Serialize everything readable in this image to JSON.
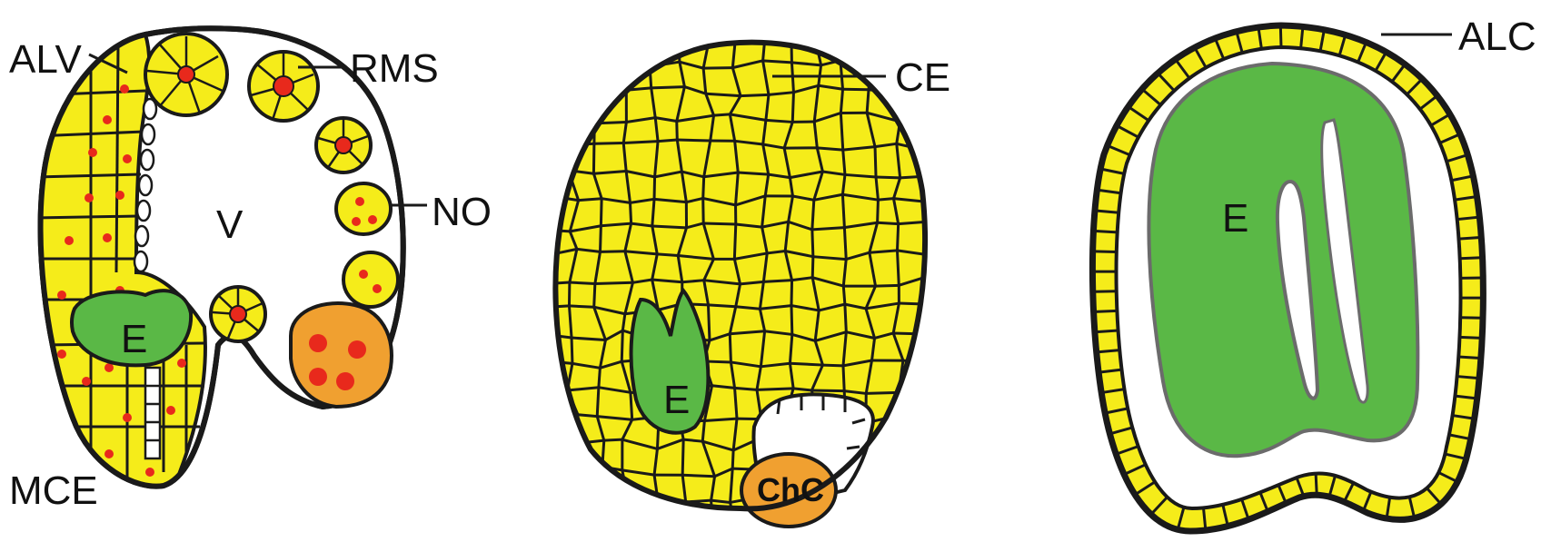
{
  "colors": {
    "cell_fill": "#f5ec1a",
    "cell_wall": "#1a1a1a",
    "embryo": "#5ab846",
    "embryo_outline": "#6b6b6b",
    "nucleus": "#e8291c",
    "orange": "#f0a030",
    "background": "#ffffff"
  },
  "panels": [
    {
      "labels": {
        "alv": "ALV",
        "rms": "RMS",
        "no": "NO",
        "v": "V",
        "e": "E",
        "mce": "MCE"
      }
    },
    {
      "labels": {
        "ce": "CE",
        "e": "E",
        "chc": "ChC"
      }
    },
    {
      "labels": {
        "alc": "ALC",
        "e": "E"
      }
    }
  ]
}
